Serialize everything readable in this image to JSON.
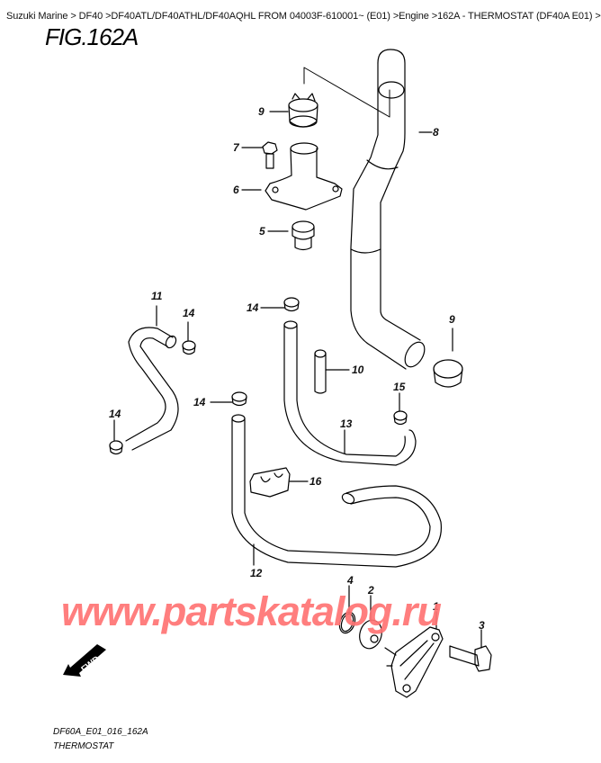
{
  "breadcrumb": {
    "items": [
      "Suzuki Marine",
      "DF40",
      "DF40ATL/DF40ATHL/DF40AQHL FROM 04003F-610001~ (E01)",
      "Engine",
      "162A - THERMOSTAT (DF40A E01)"
    ],
    "text": "Suzuki Marine > DF40 >DF40ATL/DF40ATHL/DF40AQHL FROM 04003F-610001~ (E01) >Engine >162A - THERMOSTAT (DF40A E01) >"
  },
  "figure": {
    "title": "FIG.162A",
    "code": "DF60A_E01_016_162A",
    "name": "THERMOSTAT"
  },
  "watermark": {
    "text": "www.partskatalog.ru",
    "color": "#ff7474"
  },
  "fwd_indicator": {
    "label": "FWD"
  },
  "callouts": [
    {
      "id": "1",
      "part": "thermostat-cover"
    },
    {
      "id": "2",
      "part": "thermostat"
    },
    {
      "id": "3",
      "part": "bolt"
    },
    {
      "id": "4",
      "part": "o-ring"
    },
    {
      "id": "5",
      "part": "thermostat-upper"
    },
    {
      "id": "6",
      "part": "thermostat-cap"
    },
    {
      "id": "7",
      "part": "bolt-small"
    },
    {
      "id": "8",
      "part": "water-hose-main"
    },
    {
      "id": "9",
      "part": "hose-clamp"
    },
    {
      "id": "10",
      "part": "hose-short"
    },
    {
      "id": "11",
      "part": "hose-s-bend"
    },
    {
      "id": "12",
      "part": "hose-long-loop"
    },
    {
      "id": "13",
      "part": "hose-curve"
    },
    {
      "id": "14",
      "part": "clip-small"
    },
    {
      "id": "15",
      "part": "clip"
    },
    {
      "id": "16",
      "part": "hose-holder"
    }
  ],
  "labels": {
    "l1": "1",
    "l2": "2",
    "l3": "3",
    "l4": "4",
    "l5": "5",
    "l6": "6",
    "l7": "7",
    "l8": "8",
    "l9a": "9",
    "l9b": "9",
    "l10": "10",
    "l11": "11",
    "l12": "12",
    "l13": "13",
    "l14a": "14",
    "l14b": "14",
    "l14c": "14",
    "l14d": "14",
    "l15": "15",
    "l16": "16"
  }
}
